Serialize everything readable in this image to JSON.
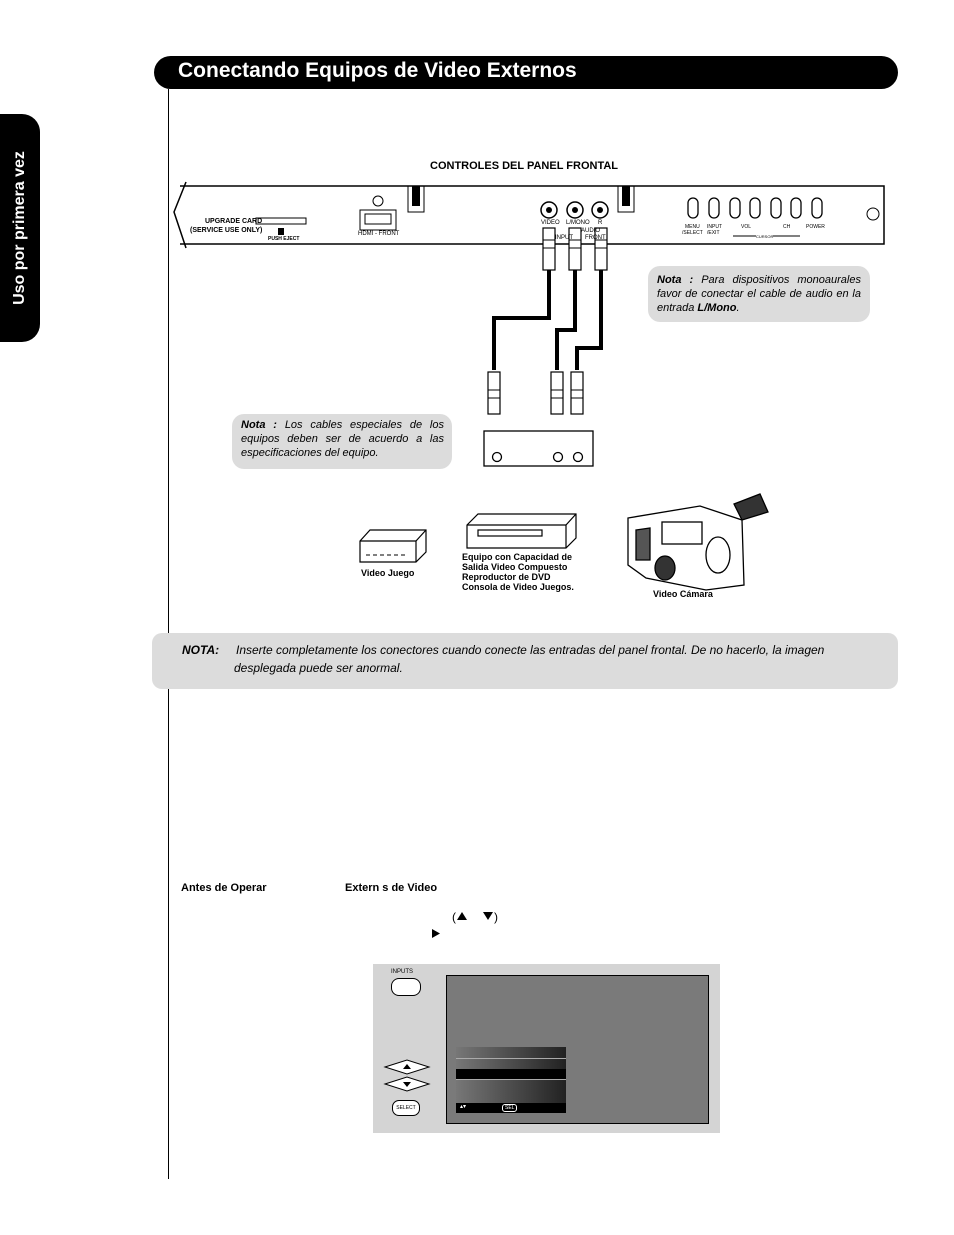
{
  "header": {
    "title": "Conectando Equipos de Video Externos",
    "side_tab": "Uso por primera vez"
  },
  "panel": {
    "caption": "CONTROLES DEL PANEL  FRONTAL",
    "upgrade_card": "UPGRADE CARD",
    "service_use": "(SERVICE USE ONLY)",
    "push_eject": "PUSH EJECT",
    "hdmi_front": "HDMI - FRONT",
    "jack_video": "VIDEO",
    "jack_lmono": "L/MONO",
    "jack_r": "R",
    "input_label": "INPUT",
    "audio_label": "AUDIO",
    "front_label": "FRONT",
    "btn_menu": "MENU",
    "btn_select": "/SELECT",
    "btn_input": "INPUT",
    "btn_exit": "/EXIT",
    "btn_vol": "VOL",
    "btn_ch": "CH",
    "btn_power": "POWER",
    "cursor": "CURSOR"
  },
  "notes": {
    "right_label": "Nota :",
    "right_text": "Para dispositivos monoaurales favor de conectar el cable de audio en la entrada",
    "right_bold": "L/Mono",
    "left_label": "Nota :",
    "left_text": "Los cables especiales de los equipos deben ser de acuerdo a las especificaciones del equipo.",
    "bottom_label": "NOTA:",
    "bottom_text": "Inserte completamente los conectores cuando conecte las entradas del panel frontal. De no hacerlo, la imagen desplegada puede ser anormal."
  },
  "devices": {
    "game": "Video Juego",
    "composite_lines": [
      "Equipo con Capacidad de",
      "Salida Video Compuesto",
      "Reproductor de DVD",
      "Consola de Video Juegos."
    ],
    "camera": "Video Cámara"
  },
  "instructions": {
    "before_operating": "Antes de Operar",
    "external_video": "Extern  s de Video"
  },
  "remote": {
    "inputs_label": "INPUTS",
    "select_label": "SELECT",
    "sel_label": "SEL"
  }
}
